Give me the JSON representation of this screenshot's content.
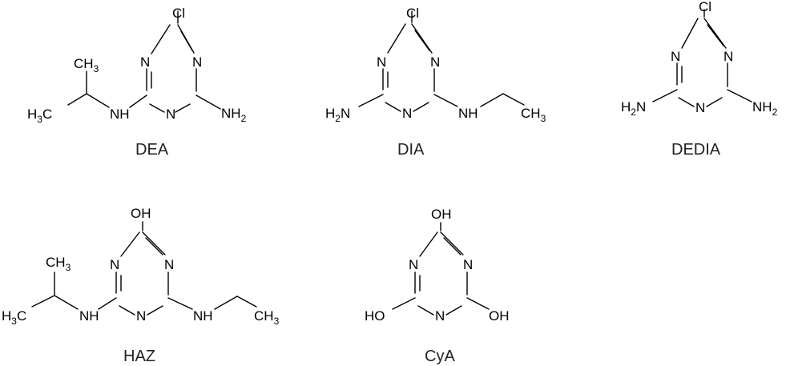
{
  "atoms": {
    "cl": "Cl",
    "n": "N",
    "nh": "NH",
    "nh2": "NH",
    "h2n": "N",
    "ch3": "CH",
    "h3c": "C",
    "oh": "OH",
    "ho": "HO",
    "h": "H",
    "sub2": "2",
    "sub3": "3"
  },
  "molecules": [
    {
      "id": "dea",
      "caption": "DEA"
    },
    {
      "id": "dia",
      "caption": "DIA"
    },
    {
      "id": "dedia",
      "caption": "DEDIA"
    },
    {
      "id": "haz",
      "caption": "HAZ"
    },
    {
      "id": "cya",
      "caption": "CyA"
    }
  ]
}
